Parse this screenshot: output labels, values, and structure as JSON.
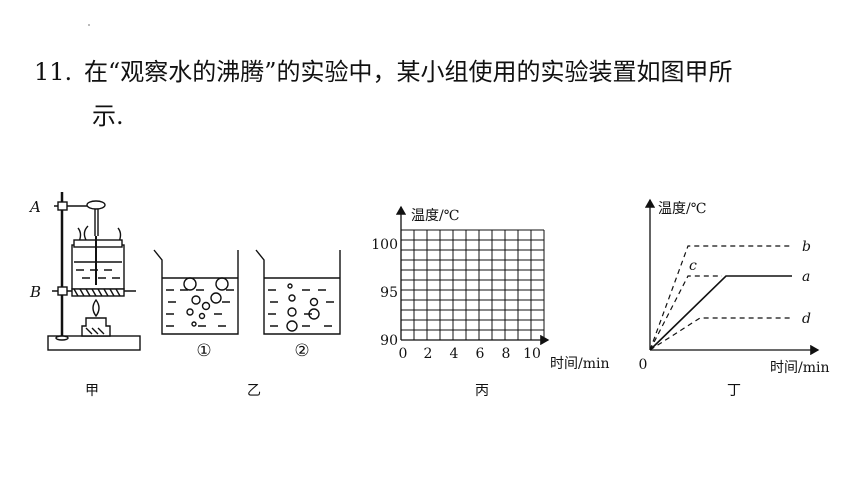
{
  "question": {
    "number": "11.",
    "line1": "在“观察水的沸腾”的实验中，某小组使用的实验装置如图甲所",
    "line2": "示."
  },
  "figures": {
    "jia": {
      "caption": "甲",
      "label_a": "A",
      "label_b": "B"
    },
    "yi": {
      "caption": "乙",
      "beaker1_label": "①",
      "beaker2_label": "②"
    },
    "bing": {
      "caption": "丙",
      "ylabel": "温度/℃",
      "xlabel": "时间/min",
      "yticks": [
        "100",
        "95",
        "90"
      ],
      "xticks": [
        "0",
        "2",
        "4",
        "6",
        "8",
        "10"
      ]
    },
    "ding": {
      "caption": "丁",
      "ylabel": "温度/℃",
      "xlabel": "时间/min",
      "origin": "0",
      "curves": [
        "b",
        "c",
        "a",
        "d"
      ]
    }
  }
}
